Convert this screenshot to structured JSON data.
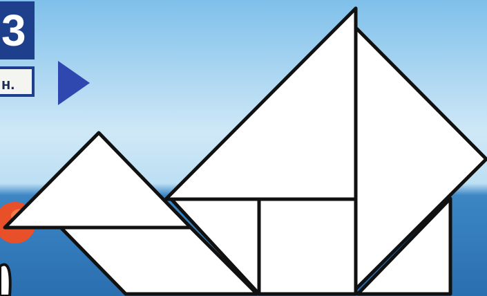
{
  "page_badge": {
    "number": "3",
    "label": "н."
  },
  "navigation": {
    "next_icon": "play-triangle-icon",
    "color": "#2e48b0"
  },
  "puzzle": {
    "type": "tangram",
    "subject": "sailboat",
    "piece_fill": "#ffffff",
    "outline_color": "#111111"
  },
  "background": {
    "sky_color": "#9fd0ee",
    "sea_color": "#2f78b8"
  }
}
